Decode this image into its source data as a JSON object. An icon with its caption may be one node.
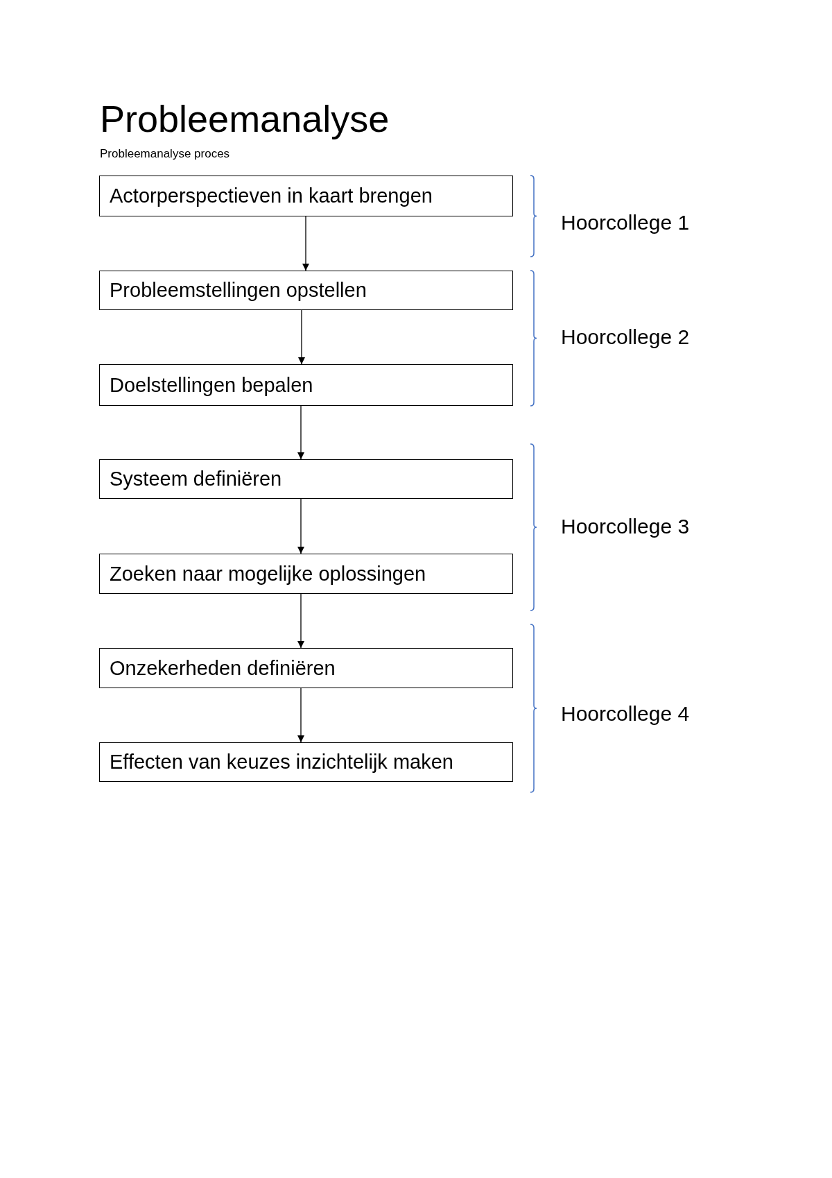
{
  "diagram": {
    "title": "Probleemanalyse",
    "nodes": [
      {
        "text": [
          "Actorperspectieven in kaart brengen"
        ]
      },
      {
        "text": [
          "Probleemstellingen opstellen"
        ]
      },
      {
        "text": [
          "Doelstellingen bepalen"
        ]
      },
      {
        "text": [
          "Systeem definiëren"
        ]
      },
      {
        "text": [
          "Zoeken naar mogelijke oplossingen"
        ]
      },
      {
        "text": [
          "Onzekerheden definiëren"
        ]
      },
      {
        "text": [
          "Effecten van keuzes inzichtelijk maken"
        ]
      }
    ],
    "edges": [
      {
        "from": 0,
        "to": 1,
        "arrow": "to"
      },
      {
        "from": 1,
        "to": 2,
        "arrow": "to"
      },
      {
        "from": 2,
        "to": 3,
        "arrow": "to"
      },
      {
        "from": 3,
        "to": 4,
        "arrow": "to"
      },
      {
        "from": 4,
        "to": 5,
        "arrow": "to"
      },
      {
        "from": 5,
        "to": 6,
        "arrow": "to"
      }
    ],
    "labels": [
      "Probleemanalyse proces",
      "Hoorcollege 1",
      "Hoorcollege 2",
      "Hoorcollege 3",
      "Hoorcollege 4"
    ]
  }
}
